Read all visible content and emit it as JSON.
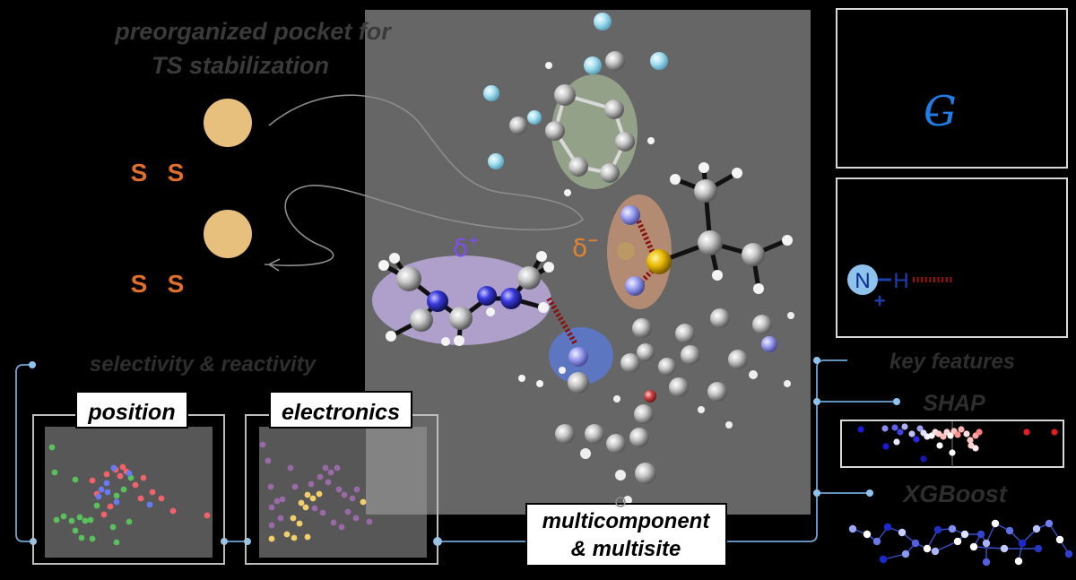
{
  "pocket_caption": {
    "line1": "preorganized pocket for",
    "line2": "TS stabilization"
  },
  "scaffold_letters": [
    "S",
    "S",
    "S",
    "S"
  ],
  "section_labels": {
    "selectivity": "selectivity & reactivity",
    "key_features": "key features",
    "shap": "SHAP",
    "xgboost": "XGBoost"
  },
  "panel_titles": {
    "position": "position",
    "electronics": "electronics",
    "multicomponent_line1": "multicomponent",
    "multicomponent_line2": "& multisite"
  },
  "charges": {
    "delta_plus": "δ",
    "delta_plus_sup": "+",
    "delta_minus": "δ",
    "delta_minus_sup": "−"
  },
  "right_panels": {
    "top_symbol": "G",
    "nh_label_n": "N",
    "nh_label_h": "H",
    "nh_charge": "+"
  },
  "colors": {
    "background": "#000000",
    "main_panel": "#666666",
    "sphere_tan": "#e6c07c",
    "scaffold_letter": "#e06f2a",
    "delta_plus": "#7b50e8",
    "delta_minus": "#e0822f",
    "ghost_text": "#3a3a3a",
    "accent_blue": "#8ec3ee",
    "g_blue": "#1f7de6"
  }
}
